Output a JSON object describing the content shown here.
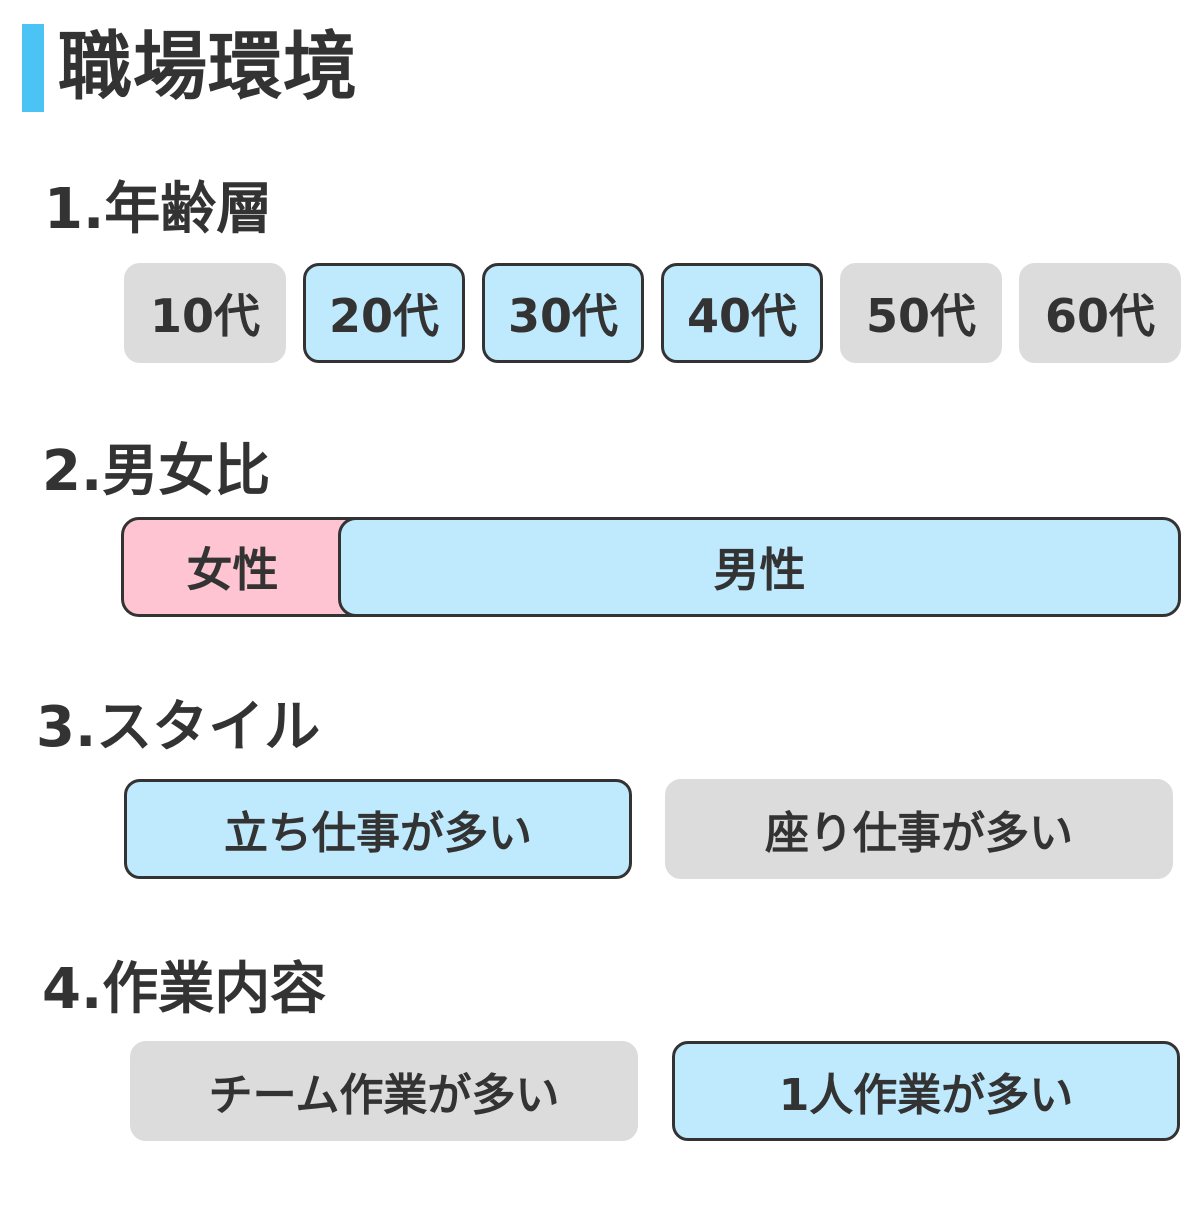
{
  "page": {
    "title": "職場環境"
  },
  "sections": {
    "age": {
      "title": "1.年齢層",
      "options": [
        {
          "label": "10代",
          "selected": false
        },
        {
          "label": "20代",
          "selected": true
        },
        {
          "label": "30代",
          "selected": true
        },
        {
          "label": "40代",
          "selected": true
        },
        {
          "label": "50代",
          "selected": false
        },
        {
          "label": "60代",
          "selected": false
        }
      ]
    },
    "gender": {
      "title": "2.男女比",
      "female": {
        "label": "女性",
        "share": 0.2
      },
      "male": {
        "label": "男性",
        "share": 0.8
      }
    },
    "style": {
      "title": "3.スタイル",
      "options": [
        {
          "label": "立ち仕事が多い",
          "selected": true
        },
        {
          "label": "座り仕事が多い",
          "selected": false
        }
      ]
    },
    "work": {
      "title": "4.作業内容",
      "options": [
        {
          "label": "チーム作業が多い",
          "selected": false
        },
        {
          "label": "1人作業が多い",
          "selected": true
        }
      ]
    }
  },
  "colors": {
    "accent": "#4cc3f5",
    "selected_fill": "#bfe9fd",
    "unselected_fill": "#dcdcdc",
    "female_fill": "#ffc4d2",
    "text": "#333333"
  }
}
